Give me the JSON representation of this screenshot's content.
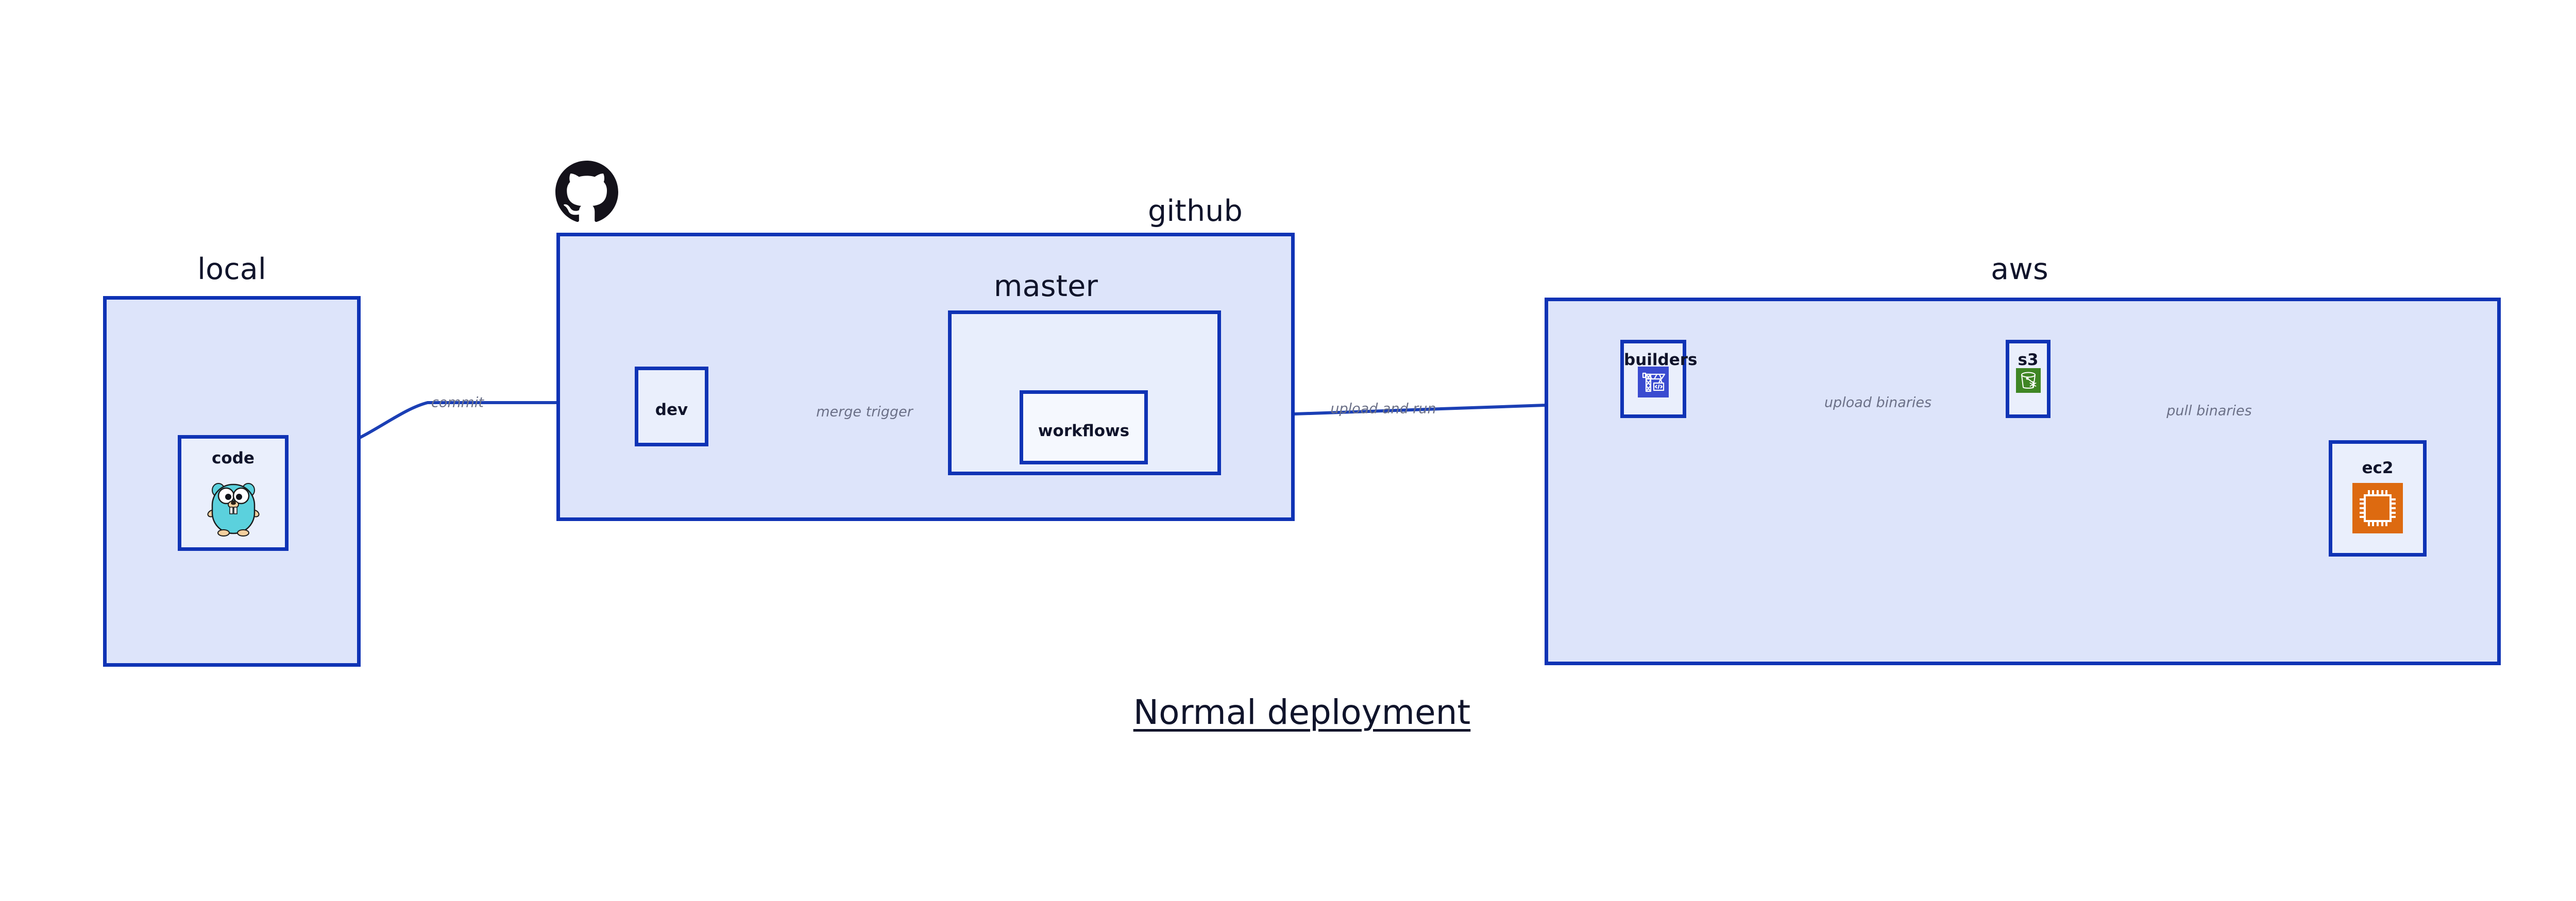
{
  "caption": "Normal deployment",
  "colors": {
    "border": "#0f33b5",
    "group_fill": "#dde4fa",
    "subgroup_fill": "#e8eefc",
    "node_fill": "#eaeffc",
    "node_fill_light": "#f5f8fe",
    "edge": "#1b3fb5",
    "edge_label": "#6b7087",
    "title": "#10142b",
    "builders_icon_bg": "#3a4bd0",
    "s3_icon_bg": "#3f8624",
    "ec2_icon_bg": "#dd6a10",
    "gopher_body": "#5bd1dd",
    "github_logo": "#14121a"
  },
  "groups": [
    {
      "id": "local",
      "title": "local"
    },
    {
      "id": "github",
      "title": "github"
    },
    {
      "id": "master",
      "title": "master"
    },
    {
      "id": "aws",
      "title": "aws"
    }
  ],
  "nodes": [
    {
      "id": "code",
      "label": "code",
      "icon": "golang-gopher-icon"
    },
    {
      "id": "dev",
      "label": "dev",
      "icon": null
    },
    {
      "id": "workflows",
      "label": "workflows",
      "icon": null
    },
    {
      "id": "builders",
      "label": "builders",
      "icon": "aws-codebuild-icon"
    },
    {
      "id": "s3",
      "label": "s3",
      "icon": "aws-s3-bucket-icon"
    },
    {
      "id": "ec2",
      "label": "ec2",
      "icon": "aws-ec2-instance-icon"
    }
  ],
  "edges": [
    {
      "id": "commit",
      "label": "commit",
      "from": "code",
      "to": "dev"
    },
    {
      "id": "merge-trigger",
      "label": "merge trigger",
      "from": "dev",
      "to": "workflows"
    },
    {
      "id": "upload-and-run",
      "label": "upload and run",
      "from": "workflows",
      "to": "builders"
    },
    {
      "id": "upload-binaries",
      "label": "upload binaries",
      "from": "builders",
      "to": "s3"
    },
    {
      "id": "pull-binaries",
      "label": "pull binaries",
      "from": "s3",
      "to": "ec2"
    }
  ],
  "logos": [
    {
      "id": "github-logo",
      "name": "github-octocat-icon"
    }
  ]
}
